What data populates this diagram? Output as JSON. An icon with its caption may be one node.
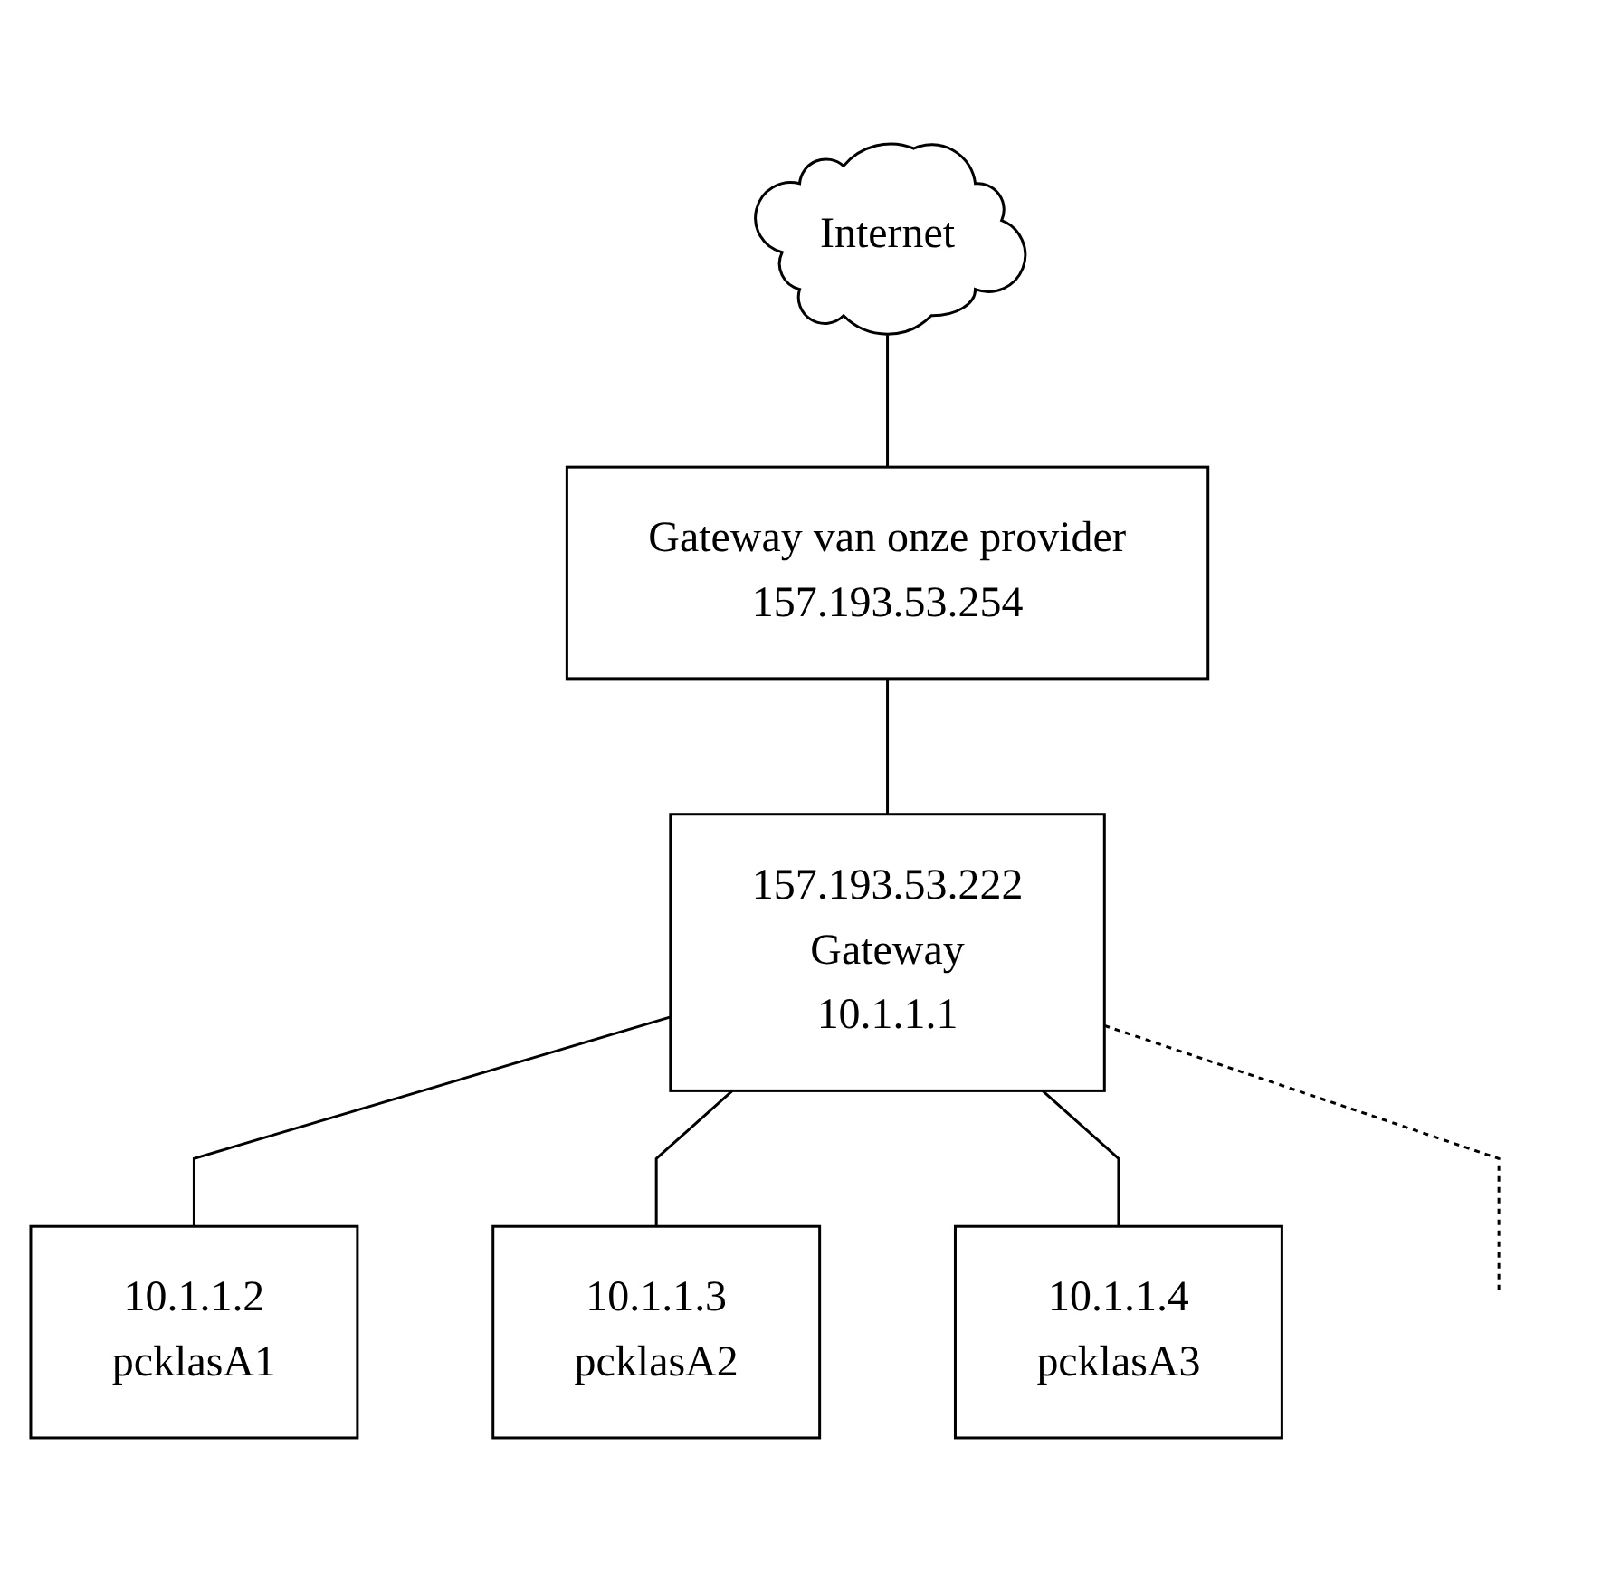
{
  "diagram": {
    "nodes": [
      {
        "text": [
          "Internet"
        ]
      },
      {
        "text": [
          "Gateway van onze provider",
          "157.193.53.254"
        ]
      },
      {
        "text": [
          "157.193.53.222",
          "Gateway",
          "10.1.1.1"
        ]
      },
      {
        "text": [
          "10.1.1.2",
          "pcklasA1"
        ]
      },
      {
        "text": [
          "10.1.1.3",
          "pcklasA2"
        ]
      },
      {
        "text": [
          "10.1.1.4",
          "pcklasA3"
        ]
      }
    ],
    "edges": [
      {
        "from": 0,
        "to": 1,
        "arrow": "none"
      },
      {
        "from": 1,
        "to": 2,
        "arrow": "none"
      },
      {
        "from": 2,
        "to": 3,
        "arrow": "none"
      },
      {
        "from": 2,
        "to": 4,
        "arrow": "none"
      },
      {
        "from": 2,
        "to": 5,
        "arrow": "none"
      },
      {
        "from": 2,
        "to": null,
        "arrow": "none",
        "style": "dashed"
      }
    ]
  }
}
